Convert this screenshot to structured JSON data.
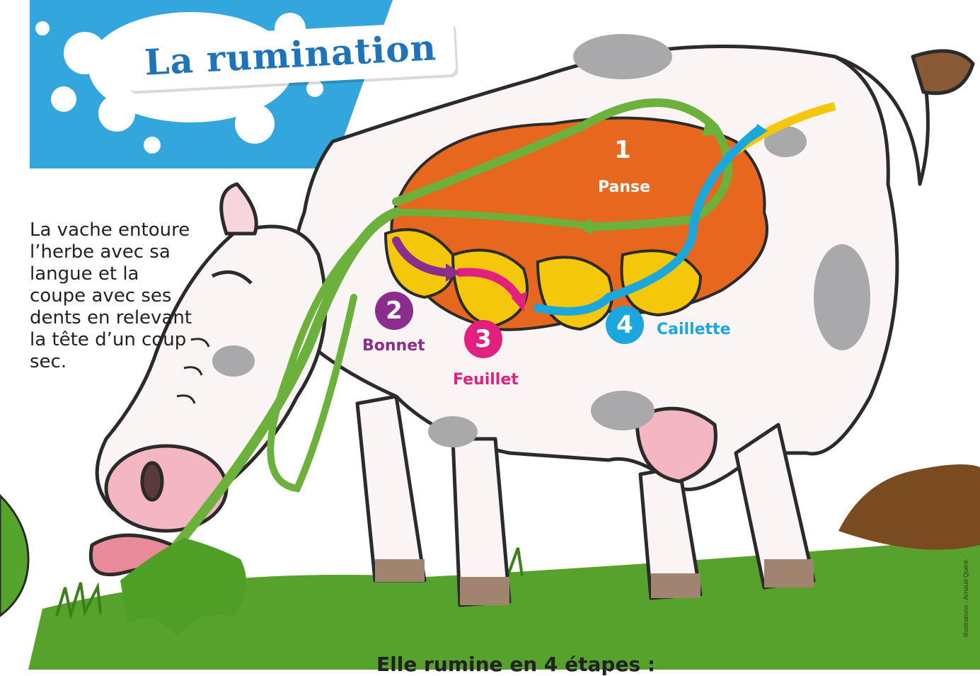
{
  "title": "La rumination",
  "intro_text": "La vache entoure l’herbe avec sa langue et la coupe avec ses dents en relevant la tête d’un coup sec.",
  "stages": [
    {
      "number": "1",
      "label": "Panse",
      "color": "#e8671f"
    },
    {
      "number": "2",
      "label": "Bonnet",
      "color": "#8a2d8c"
    },
    {
      "number": "3",
      "label": "Feuillet",
      "color": "#e2207f"
    },
    {
      "number": "4",
      "label": "Caillette",
      "color": "#1ba6dc"
    }
  ],
  "steps_heading": "Elle rumine en 4 étapes :",
  "credit": "Illustrations : Arnaud Quéré."
}
